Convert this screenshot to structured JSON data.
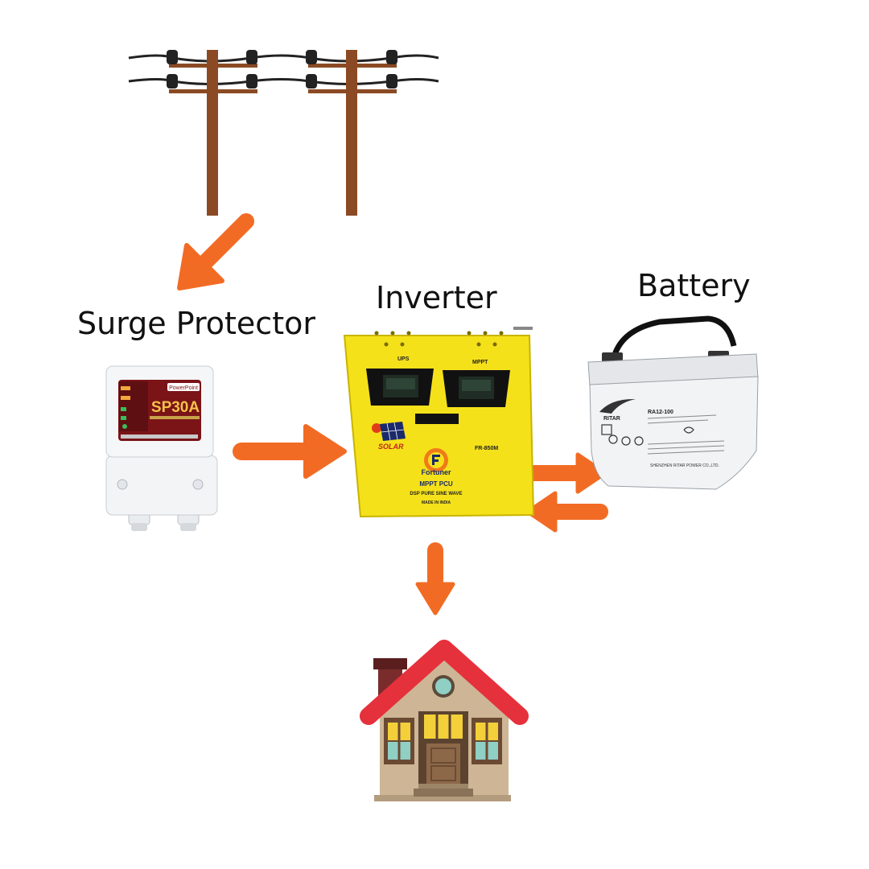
{
  "labels": {
    "surge_protector": "Surge Protector",
    "inverter": "Inverter",
    "battery": "Battery"
  },
  "surge_device": {
    "brand": "PowerPoint",
    "model": "SP30A"
  },
  "inverter_device": {
    "ups_label": "UPS",
    "mppt_label": "MPPT",
    "solar_label": "SOLAR",
    "model": "FR-850M",
    "brand": "Fortuner",
    "type_line": "MPPT PCU",
    "wave_line": "DSP PURE SINE WAVE",
    "origin_line": "MADE IN INDIA"
  },
  "battery_device": {
    "brand": "RITAR",
    "model": "RA12-100",
    "maker_line": "SHENZHEN RITAR POWER CO.,LTD."
  },
  "colors": {
    "arrow": "#f26b24",
    "pole": "#8b4a24",
    "inverter_body": "#f5e11a",
    "roof": "#e5313c",
    "house_wall": "#cdb596"
  }
}
